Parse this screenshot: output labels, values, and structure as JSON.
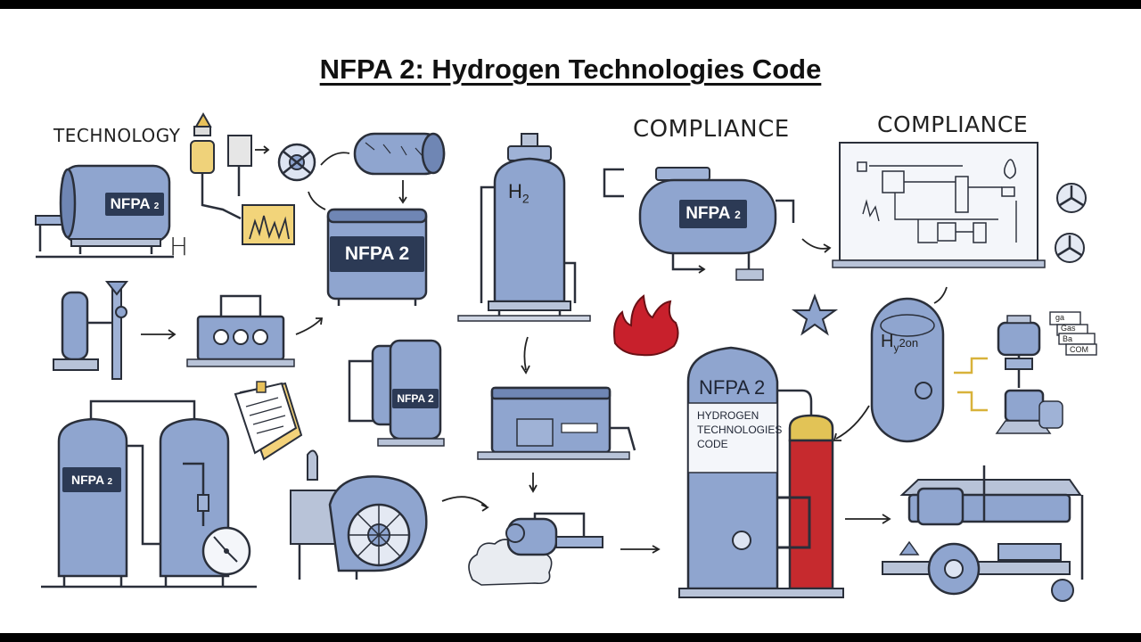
{
  "title": "NFPA 2: Hydrogen Technologies Code",
  "labels": {
    "technology": "TECHNOLOGY",
    "compliance_left": "COMPLIANCE",
    "compliance_right": "COMPLIANCE",
    "h_mark": "H",
    "h2_tall": "H",
    "h2_tall_sub": "2",
    "h2on_main": "H",
    "h2on_sub": "y",
    "h2on_tail": "2on"
  },
  "badges": {
    "tank_left": {
      "main": "NFPA",
      "sub": "2"
    },
    "box_center": "NFPA 2",
    "tank_compliance": {
      "main": "NFPA",
      "sub": "2"
    },
    "cabinet": "NFPA 2",
    "tank_bottom_left": {
      "main": "NFPA",
      "sub": "2"
    },
    "big_tower": "NFPA 2",
    "big_tower_label": [
      "HYDROGEN",
      "TECHNOLOGIES",
      "CODE"
    ]
  },
  "panel_labels": [
    "ga",
    "Gas",
    "Ba",
    "COM"
  ],
  "colors": {
    "equipment_blue": "#8fa5cf",
    "outline": "#2a2f3a",
    "badge_navy": "#2c3a55",
    "flame_red": "#c8202c",
    "cylinder_red": "#c62a2e",
    "cylinder_cap": "#e2c356",
    "background": "#ffffff",
    "letterbox": "#000000"
  },
  "icons": [
    "valve-wheel-icon",
    "flame-icon",
    "star-icon",
    "document-icon",
    "gauge-icon",
    "arrow-icon"
  ]
}
